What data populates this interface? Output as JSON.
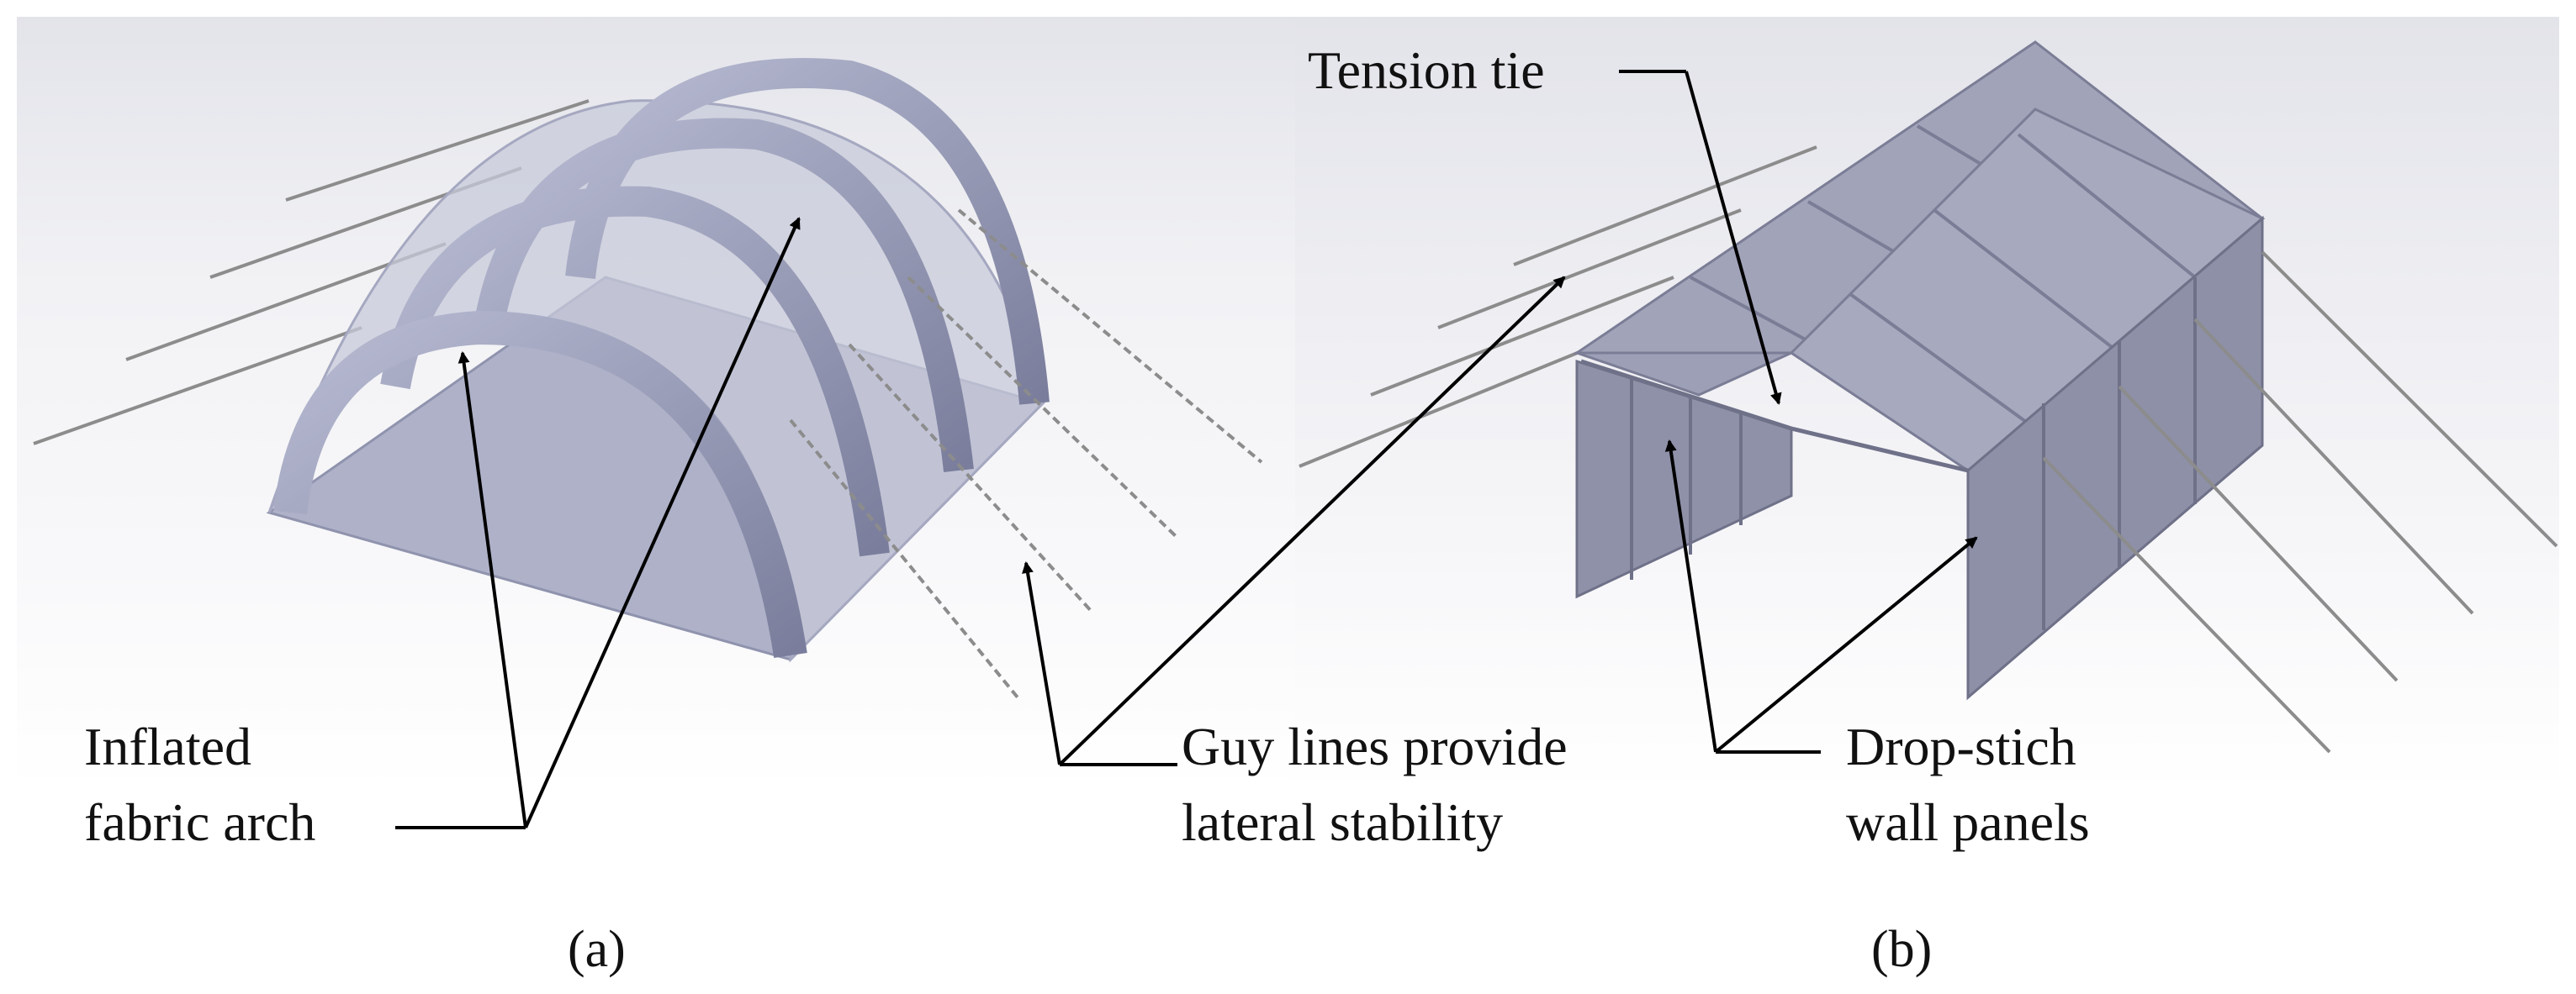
{
  "panel_a": {
    "caption": "(a)",
    "arch_label": [
      "Inflated",
      "fabric arch"
    ]
  },
  "guy_label": [
    "Guy lines provide",
    "lateral stability"
  ],
  "panel_b": {
    "caption": "(b)",
    "tension_label": "Tension tie",
    "wall_label": [
      "Drop-stich",
      "wall panels"
    ]
  },
  "colors": {
    "fabric": "#9ea2bf",
    "fabric_dark": "#7c809f",
    "panel": "#9698ae",
    "panel_dark": "#7b7d96",
    "guy_line": "#8c8c8c",
    "background_shade": "#e8e9ef"
  }
}
